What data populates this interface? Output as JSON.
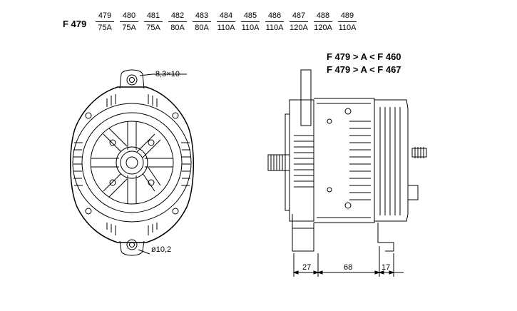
{
  "header": {
    "series": "F 479",
    "variants": [
      {
        "code": "479",
        "current": "75A"
      },
      {
        "code": "480",
        "current": "75A"
      },
      {
        "code": "481",
        "current": "75A"
      },
      {
        "code": "482",
        "current": "80A"
      },
      {
        "code": "483",
        "current": "80A"
      },
      {
        "code": "484",
        "current": "110A"
      },
      {
        "code": "485",
        "current": "110A"
      },
      {
        "code": "486",
        "current": "110A"
      },
      {
        "code": "487",
        "current": "120A"
      },
      {
        "code": "488",
        "current": "120A"
      },
      {
        "code": "489",
        "current": "110A"
      }
    ]
  },
  "references": [
    "F 479 > A < F 460",
    "F 479 > A < F 467"
  ],
  "front_view": {
    "top_hole_label": "8,3×10",
    "bottom_hole_label": "ø10,2"
  },
  "side_view": {
    "dimensions": [
      "27",
      "68",
      "17"
    ]
  }
}
